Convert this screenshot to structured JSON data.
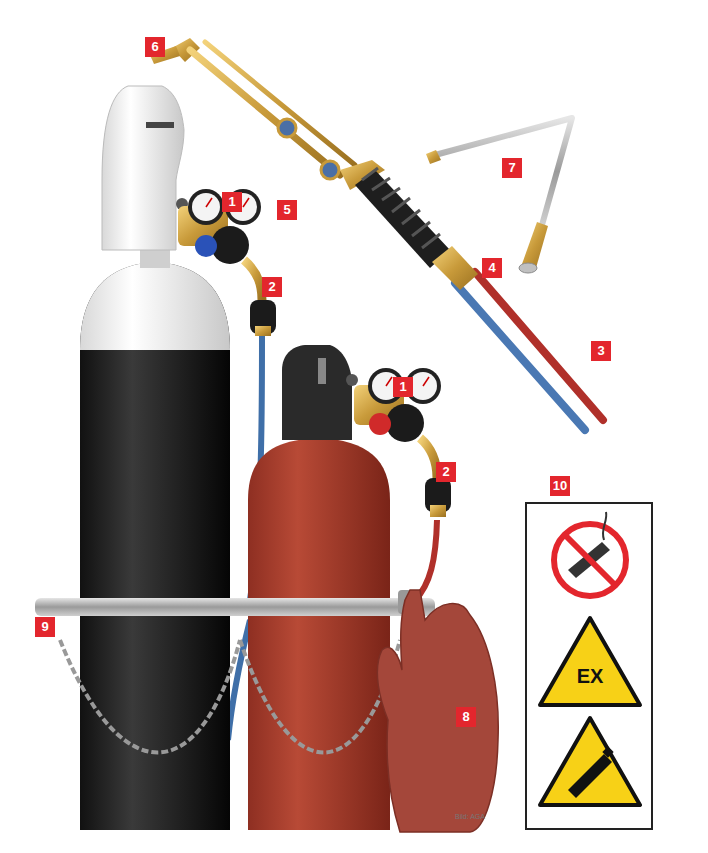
{
  "diagram": {
    "labels": [
      "6",
      "7",
      "1",
      "5",
      "4",
      "2",
      "3",
      "1",
      "2",
      "10",
      "9",
      "EX",
      "8",
      "Bild: AGA"
    ]
  }
}
